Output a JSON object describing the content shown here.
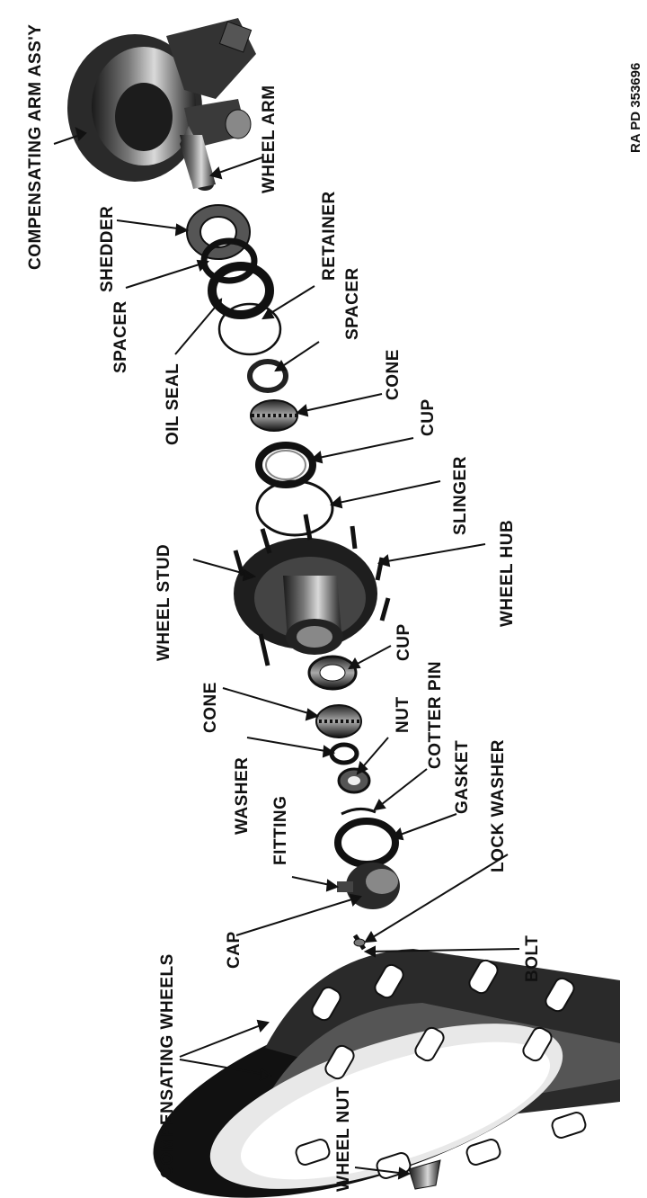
{
  "labels": {
    "compensating_arm_assy": "COMPENSATING ARM ASS'Y",
    "wheel_arm": "WHEEL ARM",
    "shedder": "SHEDDER",
    "spacer_outer": "SPACER",
    "retainer": "RETAINER",
    "oil_seal": "OIL SEAL",
    "spacer_inner": "SPACER",
    "cone_outer": "CONE",
    "cup_outer": "CUP",
    "slinger": "SLINGER",
    "wheel_hub": "WHEEL HUB",
    "wheel_stud": "WHEEL STUD",
    "cup_inner": "CUP",
    "cone_inner": "CONE",
    "nut": "NUT",
    "washer": "WASHER",
    "cotter_pin": "COTTER PIN",
    "gasket": "GASKET",
    "fitting": "FITTING",
    "lock_washer": "LOCK WASHER",
    "cap": "CAP",
    "bolt": "BOLT",
    "compensating_wheels": "COMPENSATING WHEELS",
    "wheel_nut": "WHEEL NUT"
  },
  "reference_number": "RA PD 353696",
  "colors": {
    "ink": "#111111",
    "metal": "#444444",
    "paper": "#ffffff"
  }
}
